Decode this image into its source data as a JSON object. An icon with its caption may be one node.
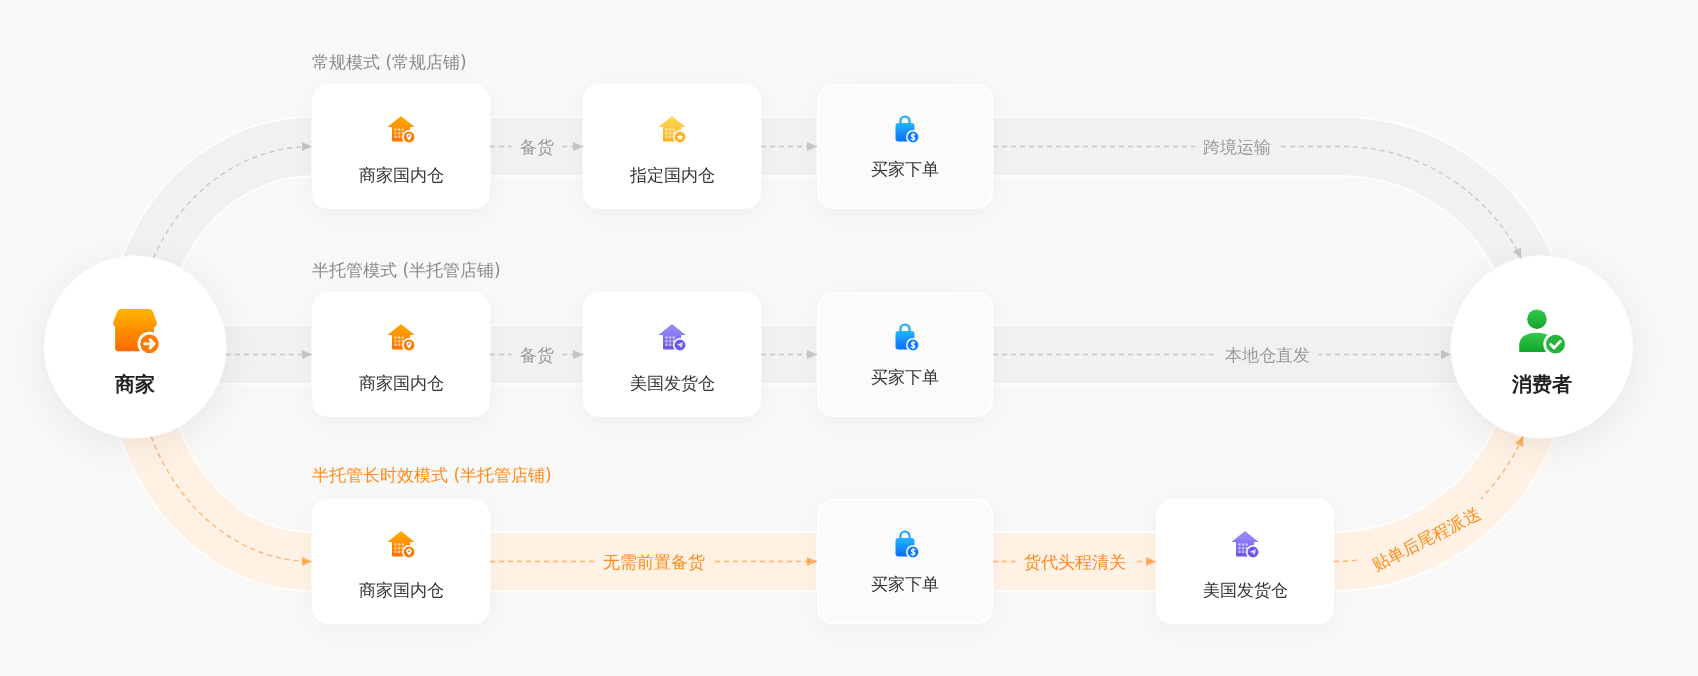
{
  "diagram": {
    "nodes": [
      {
        "text": [
          "商家"
        ]
      },
      {
        "text": [
          "商家国内仓"
        ]
      },
      {
        "text": [
          "指定国内仓"
        ]
      },
      {
        "text": [
          "买家下单"
        ]
      },
      {
        "text": [
          "商家国内仓"
        ]
      },
      {
        "text": [
          "美国发货仓"
        ]
      },
      {
        "text": [
          "买家下单"
        ]
      },
      {
        "text": [
          "商家国内仓"
        ]
      },
      {
        "text": [
          "买家下单"
        ]
      },
      {
        "text": [
          "美国发货仓"
        ]
      },
      {
        "text": [
          "消费者"
        ]
      }
    ],
    "edges": [
      {
        "from": 0,
        "to": 1,
        "arrow": "to",
        "style": "dashed"
      },
      {
        "from": 1,
        "to": 2,
        "label": "备货",
        "arrow": "to",
        "style": "dashed"
      },
      {
        "from": 2,
        "to": 3,
        "arrow": "to",
        "style": "dashed"
      },
      {
        "from": 3,
        "to": 10,
        "label": "跨境运输",
        "arrow": "to",
        "style": "dashed"
      },
      {
        "from": 0,
        "to": 4,
        "arrow": "to",
        "style": "dashed"
      },
      {
        "from": 4,
        "to": 5,
        "label": "备货",
        "arrow": "to",
        "style": "dashed"
      },
      {
        "from": 5,
        "to": 6,
        "arrow": "to",
        "style": "dashed"
      },
      {
        "from": 6,
        "to": 10,
        "label": "本地仓直发",
        "arrow": "to",
        "style": "dashed"
      },
      {
        "from": 0,
        "to": 7,
        "arrow": "to",
        "style": "dashed",
        "color": "#ff8a1a"
      },
      {
        "from": 7,
        "to": 8,
        "label": "无需前置备货",
        "arrow": "to",
        "style": "dashed",
        "color": "#ff8a1a"
      },
      {
        "from": 8,
        "to": 9,
        "label": "货代头程清关",
        "arrow": "to",
        "style": "dashed",
        "color": "#ff8a1a"
      },
      {
        "from": 9,
        "to": 10,
        "label": "贴单后尾程派送",
        "arrow": "to",
        "style": "dashed",
        "color": "#ff8a1a"
      }
    ],
    "labels": [
      "常规模式 (常规店铺)",
      "半托管模式 (半托管店铺)",
      "半托管长时效模式 (半托管店铺)"
    ]
  }
}
